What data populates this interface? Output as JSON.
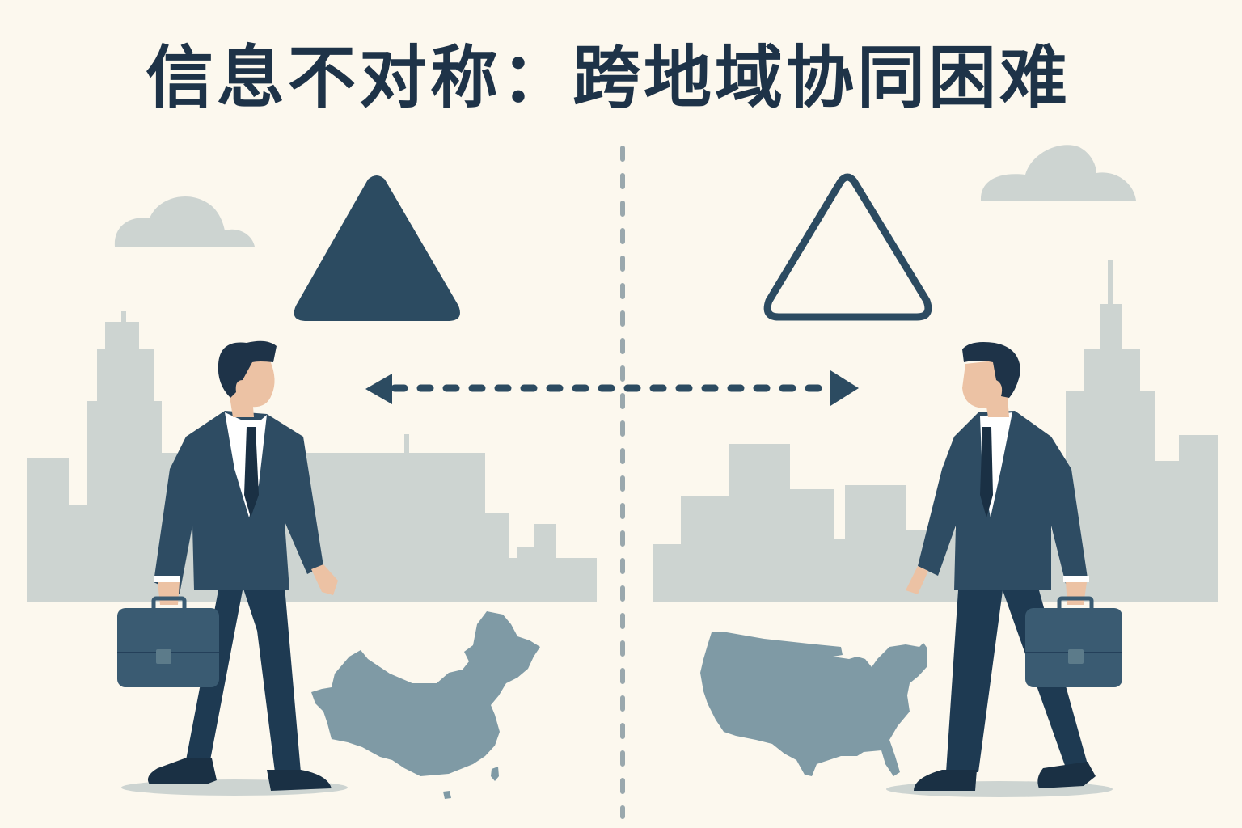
{
  "title": "信息不对称：跨地域协同困难",
  "colors": {
    "background": "#fcf8ee",
    "ink": "#2c4b61",
    "dark_navy": "#1e3348",
    "skyline": "#cdd4d1",
    "cloud": "#cdd4d1",
    "map": "#7f9aa5",
    "divider": "#9aa8ad",
    "skin": "#ecc2a4",
    "shirt": "#ffffff"
  },
  "left_side": {
    "symbol": "filled-triangle",
    "region_map": "China",
    "figure": "businessman-walking-right-with-briefcase"
  },
  "right_side": {
    "symbol": "outlined-triangle",
    "region_map": "United States",
    "figure": "businessman-walking-left-with-briefcase"
  },
  "connector": {
    "type": "dashed-double-arrow",
    "direction": "bidirectional"
  },
  "divider": {
    "type": "vertical-dashed-line"
  }
}
